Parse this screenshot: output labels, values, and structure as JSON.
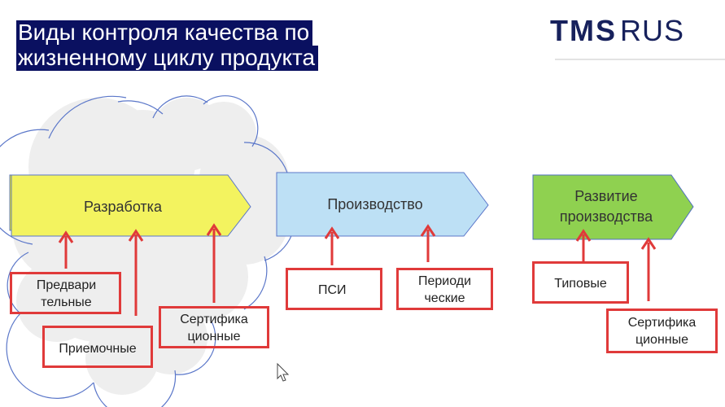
{
  "title_lines": [
    "Виды контроля качества по",
    "жизненному циклу продукта"
  ],
  "logo": {
    "mark": "TMS",
    "suffix": "RUS"
  },
  "colors": {
    "title_bg": "#0a1060",
    "logo": "#17215c",
    "stage_development": "#f3f35f",
    "stage_production": "#bde0f5",
    "stage_growth": "#8fd150",
    "arrow": "#e03a3a",
    "cloud": "#eeeeee"
  },
  "stages": [
    {
      "id": "development",
      "label": "Разработка"
    },
    {
      "id": "production",
      "label": "Производство"
    },
    {
      "id": "growth",
      "label_lines": [
        "Развитие",
        "производства"
      ]
    }
  ],
  "tests": {
    "preliminary": [
      "Предвари",
      "тельные"
    ],
    "acceptance": "Приемочные",
    "certification_dev": [
      "Сертифика",
      "ционные"
    ],
    "psi": "ПСИ",
    "periodic": [
      "Периоди",
      "ческие"
    ],
    "type": "Типовые",
    "certification_growth": [
      "Сертифика",
      "ционные"
    ]
  }
}
